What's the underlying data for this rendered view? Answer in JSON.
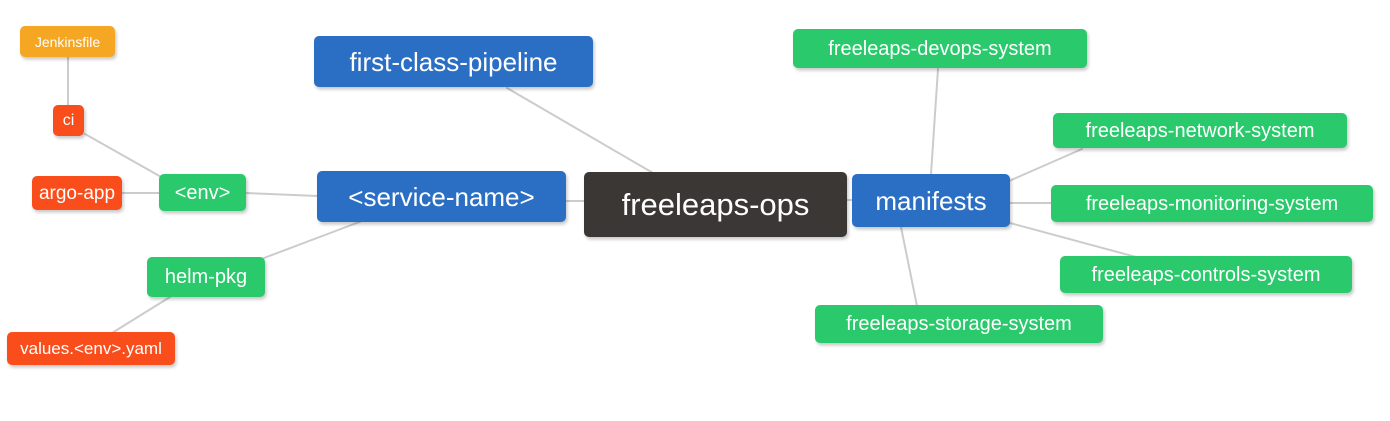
{
  "diagram": {
    "type": "mindmap",
    "root": "freeleaps-ops"
  },
  "colors": {
    "canvas_bg": "#FFFFFF",
    "node_text": "#FFFFFF",
    "edge_line": "#CCCCCC",
    "root_bg": "#3B3734",
    "branch_bg": "#2B6FC4",
    "leaf_green_bg": "#29C96C",
    "leaf_red_bg": "#F94D1C",
    "leaf_orange_bg": "#F5A623"
  },
  "nodes": {
    "jenkinsfile": {
      "label": "Jenkinsfile"
    },
    "ci": {
      "label": "ci"
    },
    "argo_app": {
      "label": "argo-app"
    },
    "env": {
      "label": "<env>"
    },
    "helm_pkg": {
      "label": "helm-pkg"
    },
    "values_env_yaml": {
      "label": "values.<env>.yaml"
    },
    "first_class_pipeline": {
      "label": "first-class-pipeline"
    },
    "service_name": {
      "label": "<service-name>"
    },
    "freeleaps_ops": {
      "label": "freeleaps-ops"
    },
    "manifests": {
      "label": "manifests"
    },
    "devops_system": {
      "label": "freeleaps-devops-system"
    },
    "network_system": {
      "label": "freeleaps-network-system"
    },
    "monitoring_system": {
      "label": "freeleaps-monitoring-system"
    },
    "controls_system": {
      "label": "freeleaps-controls-system"
    },
    "storage_system": {
      "label": "freeleaps-storage-system"
    }
  },
  "edges": [
    {
      "from": "Jenkinsfile",
      "to": "ci"
    },
    {
      "from": "ci",
      "to": "<env>"
    },
    {
      "from": "argo-app",
      "to": "<env>"
    },
    {
      "from": "<env>",
      "to": "<service-name>"
    },
    {
      "from": "helm-pkg",
      "to": "<service-name>"
    },
    {
      "from": "values.<env>.yaml",
      "to": "helm-pkg"
    },
    {
      "from": "first-class-pipeline",
      "to": "freeleaps-ops"
    },
    {
      "from": "<service-name>",
      "to": "freeleaps-ops"
    },
    {
      "from": "freeleaps-ops",
      "to": "manifests"
    },
    {
      "from": "manifests",
      "to": "freeleaps-devops-system"
    },
    {
      "from": "manifests",
      "to": "freeleaps-network-system"
    },
    {
      "from": "manifests",
      "to": "freeleaps-monitoring-system"
    },
    {
      "from": "manifests",
      "to": "freeleaps-controls-system"
    },
    {
      "from": "manifests",
      "to": "freeleaps-storage-system"
    }
  ]
}
